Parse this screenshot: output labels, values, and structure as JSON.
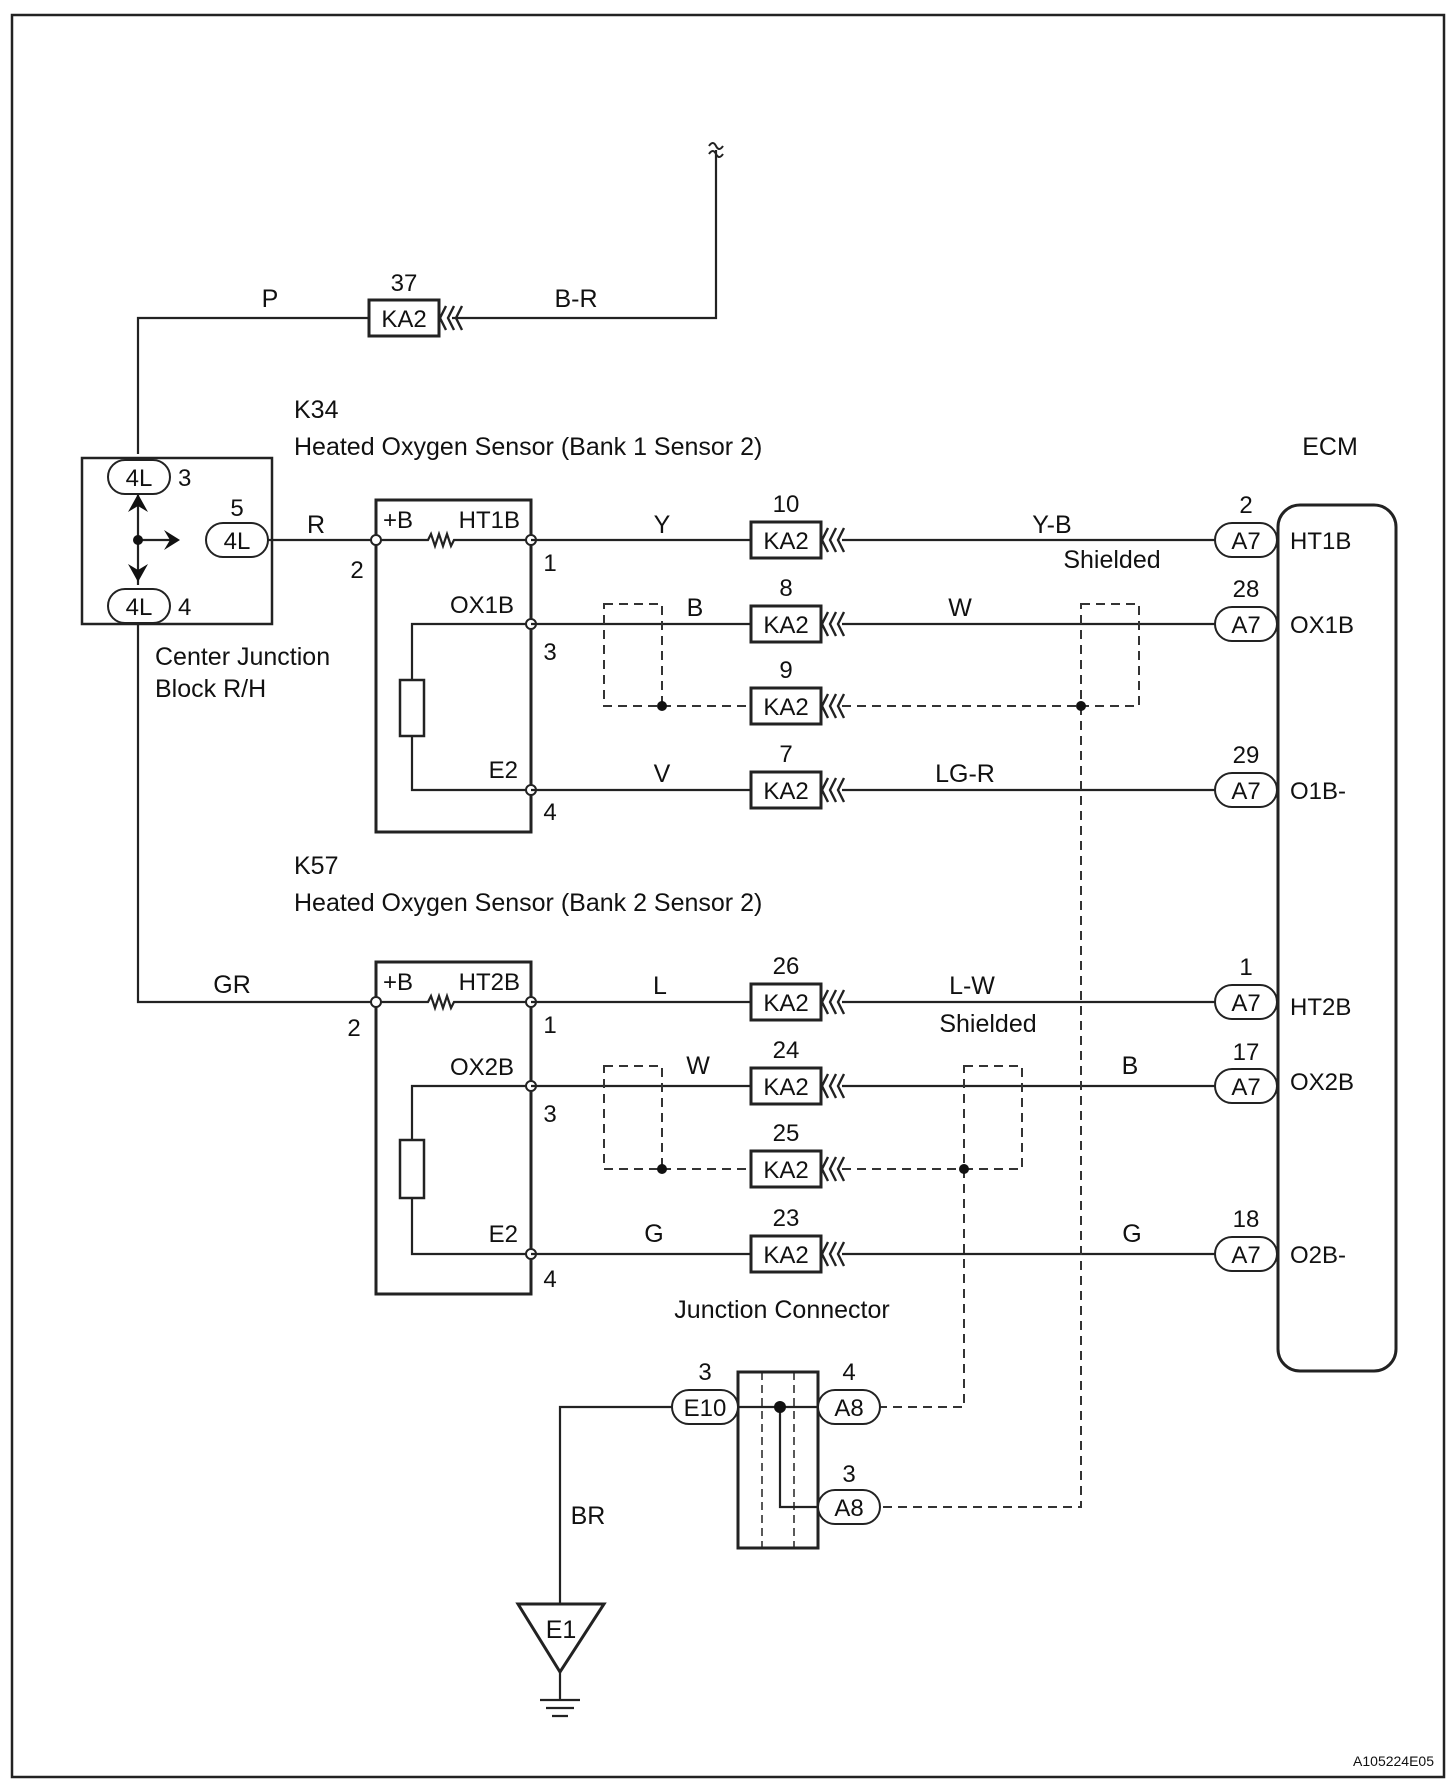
{
  "power": {
    "wire_p": "P",
    "wire_br": "B-R",
    "kA2_pin": "37",
    "connector": "KA2"
  },
  "junction_block": {
    "label_line1": "Center Junction",
    "label_line2": "Block R/H",
    "connector": "4L",
    "pin_top": "3",
    "pin_mid": "5",
    "pin_bot": "4"
  },
  "sensor1": {
    "code": "K34",
    "name": "Heated Oxygen Sensor (Bank 1 Sensor 2)",
    "supply_label": "+B",
    "heater_label": "HT1B",
    "signal_label": "OX1B",
    "ground_label": "E2",
    "pin_supply": "2",
    "pin_heater": "1",
    "pin_signal": "3",
    "pin_ground": "4",
    "wire_supply": "R"
  },
  "sensor2": {
    "code": "K57",
    "name": "Heated Oxygen Sensor (Bank 2 Sensor 2)",
    "supply_label": "+B",
    "heater_label": "HT2B",
    "signal_label": "OX2B",
    "ground_label": "E2",
    "pin_supply": "2",
    "pin_heater": "1",
    "pin_signal": "3",
    "pin_ground": "4",
    "wire_supply": "GR"
  },
  "connector_ka2": "KA2",
  "connector_a7": "A7",
  "connector_a8": "A8",
  "connector_e10": "E10",
  "circuits": [
    {
      "ka2_pin": "10",
      "wire_left": "Y",
      "wire_right": "Y-B",
      "ecm_pin": "2",
      "ecm_terminal": "HT1B"
    },
    {
      "ka2_pin": "8",
      "wire_left": "B",
      "wire_right": "W",
      "ecm_pin": "28",
      "ecm_terminal": "OX1B"
    },
    {
      "ka2_pin": "9"
    },
    {
      "ka2_pin": "7",
      "wire_left": "V",
      "wire_right": "LG-R",
      "ecm_pin": "29",
      "ecm_terminal": "O1B-"
    },
    {
      "ka2_pin": "26",
      "wire_left": "L",
      "wire_right": "L-W",
      "ecm_pin": "1",
      "ecm_terminal": "HT2B"
    },
    {
      "ka2_pin": "24",
      "wire_left": "W",
      "wire_right": "B",
      "ecm_pin": "17",
      "ecm_terminal": "OX2B"
    },
    {
      "ka2_pin": "25"
    },
    {
      "ka2_pin": "23",
      "wire_left": "G",
      "wire_right": "G",
      "ecm_pin": "18",
      "ecm_terminal": "O2B-"
    }
  ],
  "shielded_label": "Shielded",
  "ecm_label": "ECM",
  "junction_connector": {
    "label": "Junction Connector",
    "e10_pin": "3",
    "a8_top_pin": "4",
    "a8_bot_pin": "3"
  },
  "ground": {
    "wire": "BR",
    "point": "E1"
  },
  "figure_id": "A105224E05",
  "colors": {
    "ink": "#222222",
    "background": "#ffffff"
  }
}
